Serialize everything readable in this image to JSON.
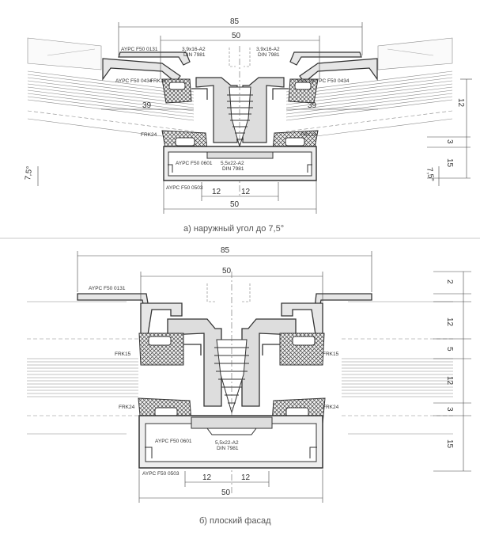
{
  "diagram_a": {
    "caption": "а) наружный угол до 7,5°",
    "dims": {
      "d85": "85",
      "d50": "50",
      "d39": "39",
      "d12": "12",
      "d3": "3",
      "d15": "15",
      "angle": "7,5°"
    },
    "parts": {
      "cap": "AYPC F50 0131",
      "profile_top": "AYPC F50 0434",
      "base": "AYPC F50 0601",
      "bottom": "AYPC F50 0503",
      "gasket_top": "FRK15",
      "gasket_bottom": "FRK24",
      "screw_small": "3,9x16-A2",
      "screw_small_std": "DIN 7981",
      "screw_main": "5,5x22-A2",
      "screw_main_std": "DIN 7981"
    }
  },
  "diagram_b": {
    "caption": "б) плоский фасад",
    "dims": {
      "d85": "85",
      "d50": "50",
      "d12": "12",
      "d2": "2",
      "d5": "5",
      "d3": "3",
      "d15": "15"
    },
    "parts": {
      "cap": "AYPC F50 0131",
      "base": "AYPC F50 0601",
      "bottom": "AYPC F50 0503",
      "gasket_top": "FRK15",
      "gasket_bottom": "FRK24",
      "screw_main": "5,5x22-A2",
      "screw_main_std": "DIN 7981"
    }
  }
}
